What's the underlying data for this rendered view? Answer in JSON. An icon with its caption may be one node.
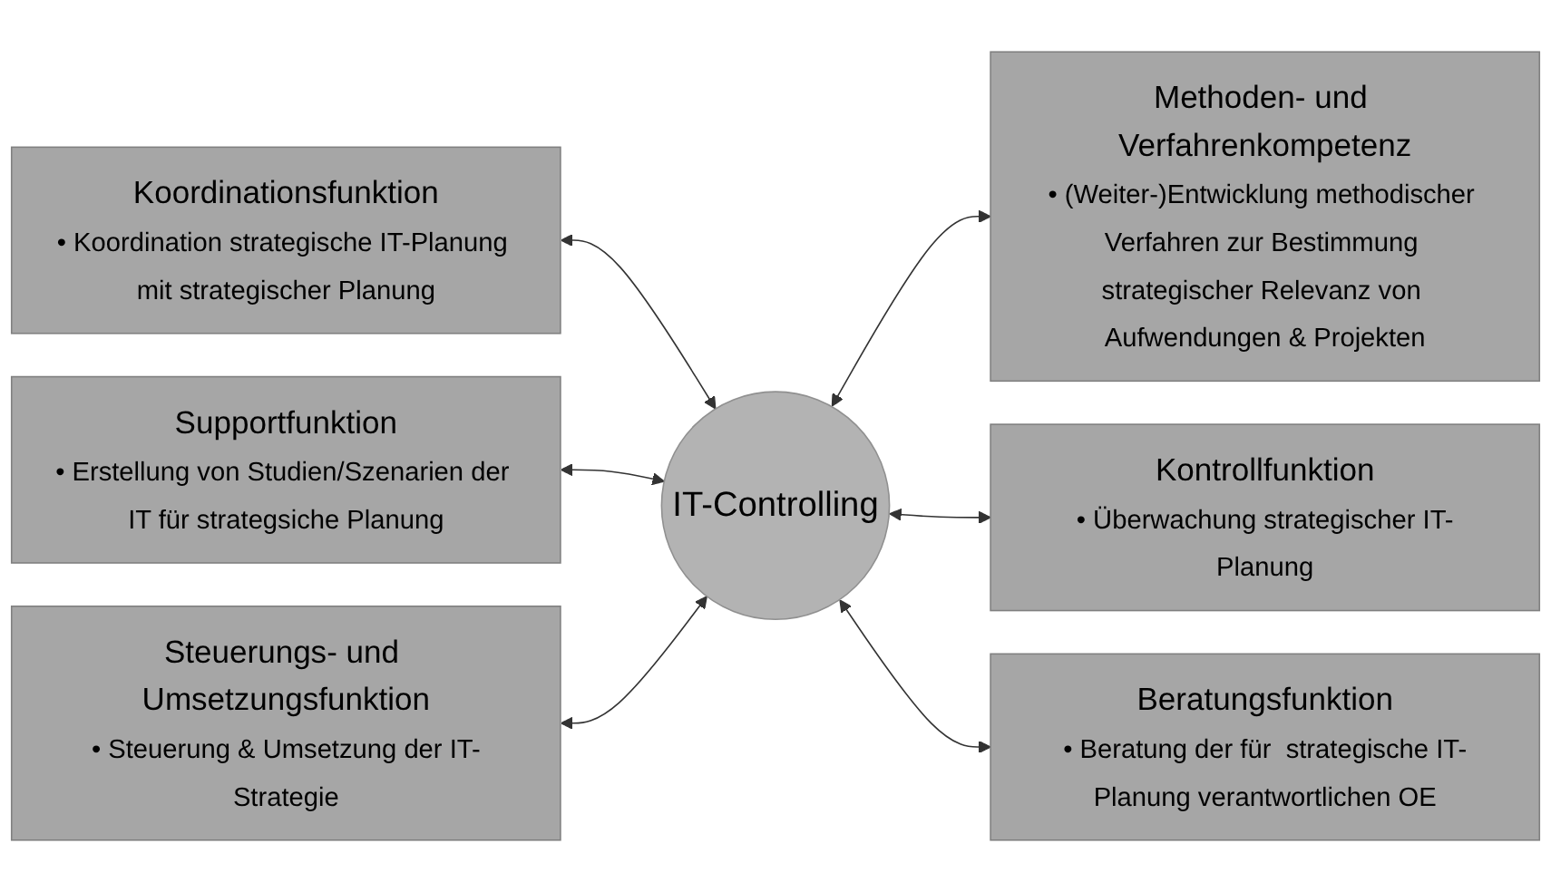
{
  "diagram": {
    "nodes": [
      {
        "text": [
          "Koordinationsfunktion",
          "• Koordination strategische IT-Planung mit strategischer Planung"
        ]
      },
      {
        "text": [
          "Methoden- und Verfahrenkompetenz",
          "• (Weiter-)Entwicklung methodischer Verfahren zur Bestimmung strategischer Relevanz von Aufwendungen & Projekten"
        ]
      },
      {
        "text": [
          "Supportfunktion",
          "• Erstellung von Studien/Szenarien der IT für strategsiche Planung"
        ]
      },
      {
        "text": [
          "IT-Controlling"
        ]
      },
      {
        "text": [
          "Kontrollfunktion",
          "• Überwachung strategischer IT-Planung"
        ]
      },
      {
        "text": [
          "Steuerungs- und Umsetzungsfunktion",
          "• Steuerung & Umsetzung der IT-Strategie"
        ]
      },
      {
        "text": [
          "Beratungsfunktion",
          "• Beratung der für  strategische IT-Planung verantwortlichen OE"
        ]
      }
    ],
    "edges": [
      {
        "from": 0,
        "to": 3,
        "arrow": "both"
      },
      {
        "from": 3,
        "to": 1,
        "arrow": "both"
      },
      {
        "from": 2,
        "to": 3,
        "arrow": "both"
      },
      {
        "from": 3,
        "to": 4,
        "arrow": "both"
      },
      {
        "from": 5,
        "to": 3,
        "arrow": "both"
      },
      {
        "from": 3,
        "to": 6,
        "arrow": "both"
      }
    ]
  }
}
